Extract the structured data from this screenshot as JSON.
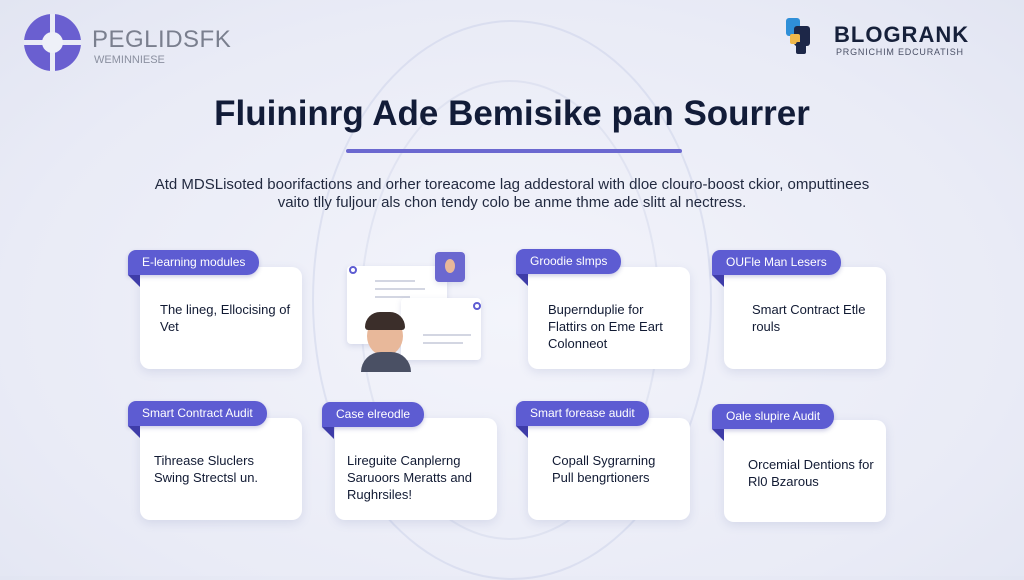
{
  "header": {
    "left_brand": "PEGLIDSFK",
    "left_subtitle": "WEMINNIESE",
    "right_brand": "BLOGRANK",
    "right_subtitle": "PRGNICHIM EDCURATISH"
  },
  "title": "Fluininrg Ade Bemisike pan Sourrer",
  "description": "Atd MDSLisoted boorifactions and orher toreacome lag addestoral with dloe clouro-boost ckior, omputtinees vaito tlly fuljour als chon tendy colo be anme thme ade slitt al nectress.",
  "accent_color": "#5d5cd2",
  "cards": [
    {
      "tag": "E-learning modules",
      "text": "The lineg, Ellocising of Vet"
    },
    {
      "tag": "Groodie slmps",
      "text": "Bupernduplie for Flattirs on Eme Eart Colonneot"
    },
    {
      "tag": "OUFle Man Lesers",
      "text": "Smart Contract Etle rouls"
    },
    {
      "tag": "Smart Contract Audit",
      "text": "Tihrease Sluclers Swing Strectsl un."
    },
    {
      "tag": "Case elreodle",
      "text": "Lireguite Canplerng Saruoors Meratts and Rughrsiles!"
    },
    {
      "tag": "Smart forease audit",
      "text": "Copall Sygrarning Pull bengrtioners"
    },
    {
      "tag": "Oale slupire Audit",
      "text": "Orcemial Dentions for Rl0 Bzarous"
    }
  ]
}
